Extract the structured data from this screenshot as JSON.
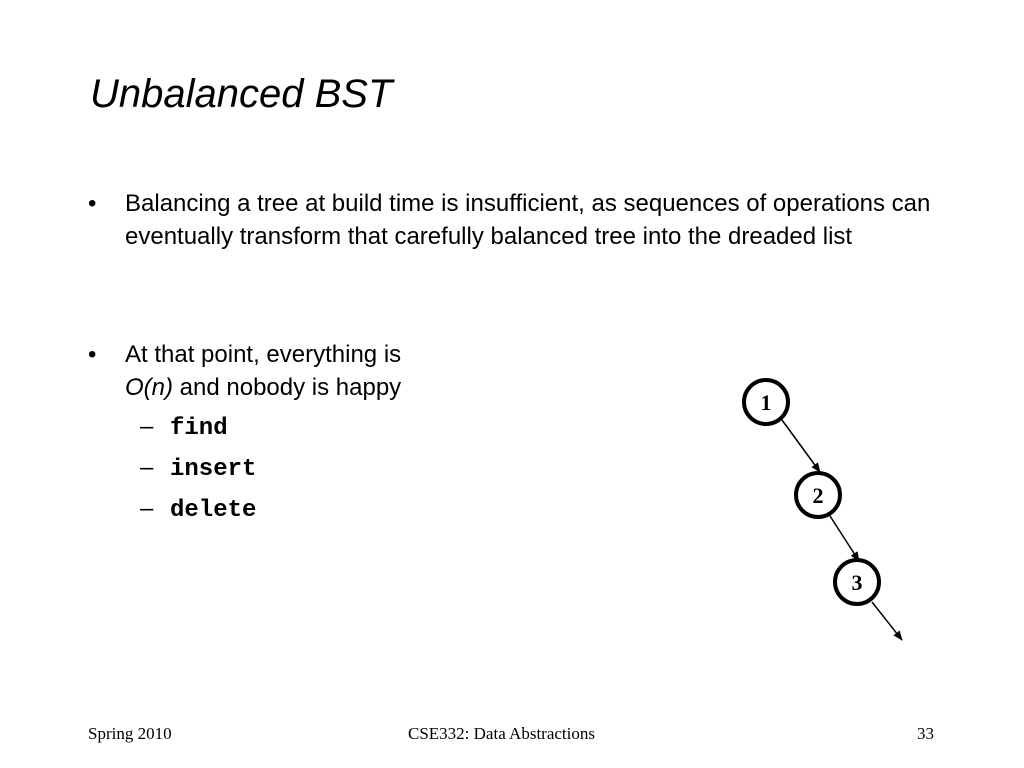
{
  "slide": {
    "title": "Unbalanced BST",
    "bullets": [
      {
        "marker": "•",
        "text": "Balancing a tree at build time is insufficient, as sequences of operations can eventually transform that carefully balanced tree into the dreaded list"
      },
      {
        "marker": "•",
        "text_before": "At that point, everything is",
        "text_italic": "O(n)",
        "text_after": " and nobody is happy",
        "subitems": [
          {
            "dash": "–",
            "code": "find"
          },
          {
            "dash": "–",
            "code": "insert"
          },
          {
            "dash": "–",
            "code": "delete"
          }
        ]
      }
    ]
  },
  "tree": {
    "nodes": [
      "1",
      "2",
      "3"
    ]
  },
  "footer": {
    "left": "Spring 2010",
    "center": "CSE332: Data Abstractions",
    "right": "33"
  }
}
